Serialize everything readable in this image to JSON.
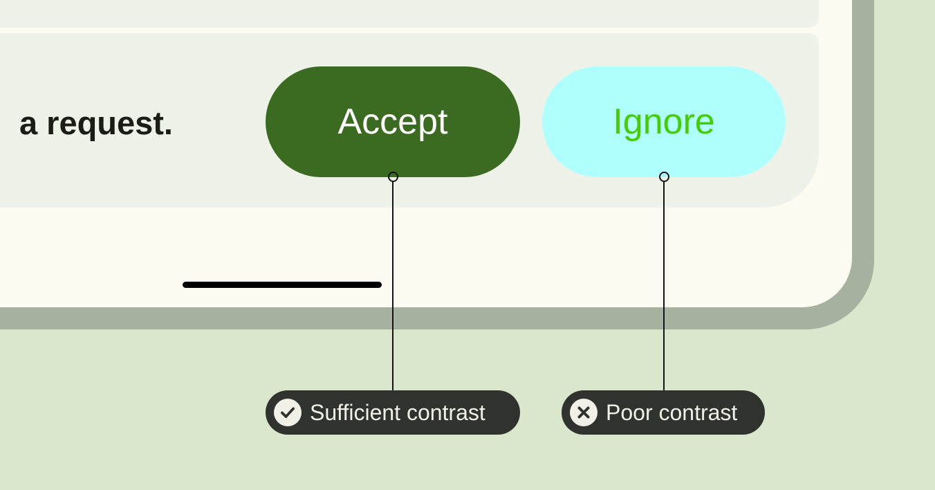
{
  "palette": {
    "page_background": "#dde8cd",
    "device_bezel": "#a9b2a0",
    "screen_background": "#fcfcf3",
    "card_background": "#eff2e9",
    "accept_button_fill": "#36681f",
    "accept_button_text": "#ffffff",
    "ignore_button_fill": "#a5fcfb",
    "ignore_button_text": "#3ecb06",
    "annotation_pill_fill": "#33342d",
    "annotation_pill_text": "#f3f3ec",
    "annotation_icon_fill": "#f3f3ec",
    "leader_line": "#111410",
    "body_text": "#1d2019"
  },
  "screen": {
    "request_text": "a request.",
    "buttons": [
      {
        "id": "accept",
        "label": "Accept"
      },
      {
        "id": "ignore",
        "label": "Ignore"
      }
    ],
    "home_indicator": "home-indicator-bar"
  },
  "annotations": [
    {
      "id": "sufficient",
      "label": "Sufficient contrast",
      "icon": "check-circle-icon",
      "target": "Accept"
    },
    {
      "id": "poor",
      "label": "Poor contrast",
      "icon": "x-circle-icon",
      "target": "Ignore"
    }
  ]
}
